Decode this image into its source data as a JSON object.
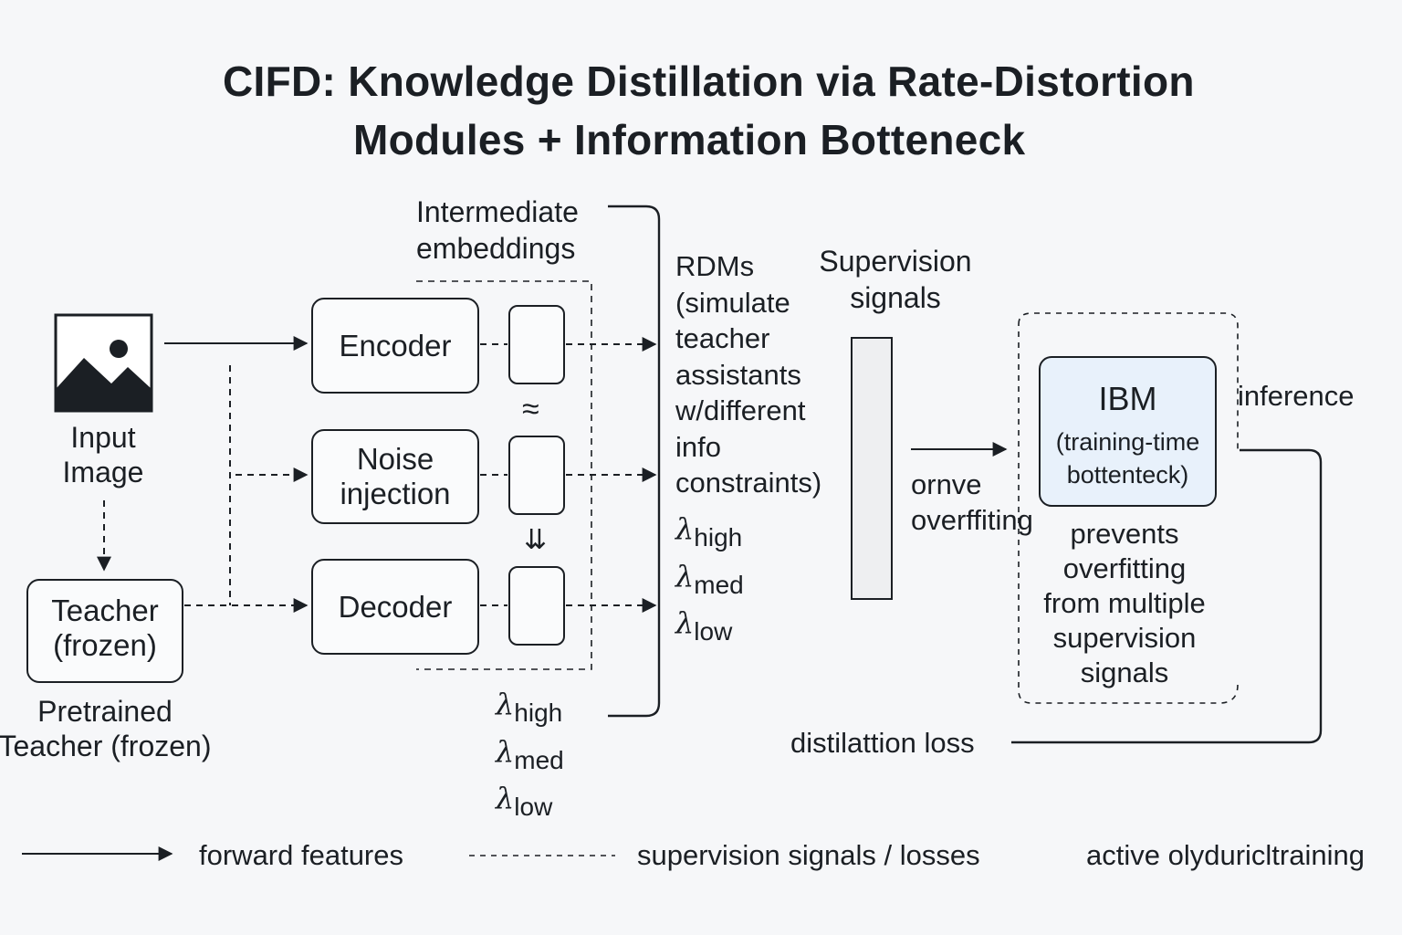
{
  "title": {
    "line1": "CIFD:  Knowledge Distillation via Rate-Distortion",
    "line2": "Modules + Information Botteneck"
  },
  "input": {
    "icon": "image-icon",
    "label_line1": "Input",
    "label_line2": "Image"
  },
  "teacher": {
    "box_line1": "Teacher",
    "box_line2": "(frozen)",
    "caption_line1": "Pretrained",
    "caption_line2": "Teacher (frozen)"
  },
  "modules": {
    "encoder": "Encoder",
    "noise_line1": "Noise",
    "noise_line2": "injection",
    "decoder": "Decoder"
  },
  "embeddings": {
    "label_line1": "Intermediate",
    "label_line2": "embeddings",
    "approx_symbol": "≈",
    "down_symbol": "⇊"
  },
  "lambdas_bottom": [
    {
      "symbol": "λ",
      "sub": "high"
    },
    {
      "symbol": "λ",
      "sub": "med"
    },
    {
      "symbol": "λ",
      "sub": "low"
    }
  ],
  "rdms": {
    "lines": [
      "RDMs",
      "(simulate",
      "teacher",
      "assistants",
      "w/different",
      "info",
      "constraints)"
    ],
    "lambdas": [
      {
        "symbol": "λ",
        "sub": "high"
      },
      {
        "symbol": "λ",
        "sub": "med"
      },
      {
        "symbol": "λ",
        "sub": "low"
      }
    ]
  },
  "supervision": {
    "label_line1": "Supervision",
    "label_line2": "signals"
  },
  "overfit_note": {
    "line1": "ornve",
    "line2": "overffiting"
  },
  "ibm": {
    "title": "IBM",
    "sub_line1": "(training-time",
    "sub_line2": "bottenteck)",
    "caption": [
      "prevents",
      "overfitting",
      "from multiple",
      "supervision",
      "signals"
    ]
  },
  "inference_label": "inference",
  "distillation_loss_label": "distilattion loss",
  "legend": {
    "forward": "forward features",
    "supervision": "supervision signals / losses",
    "active": "active olyduricltraining"
  },
  "colors": {
    "ink": "#1b1f24",
    "background": "#f6f7f9",
    "ibm_fill": "#e8f1fb",
    "panel_fill": "#eeeff1"
  }
}
